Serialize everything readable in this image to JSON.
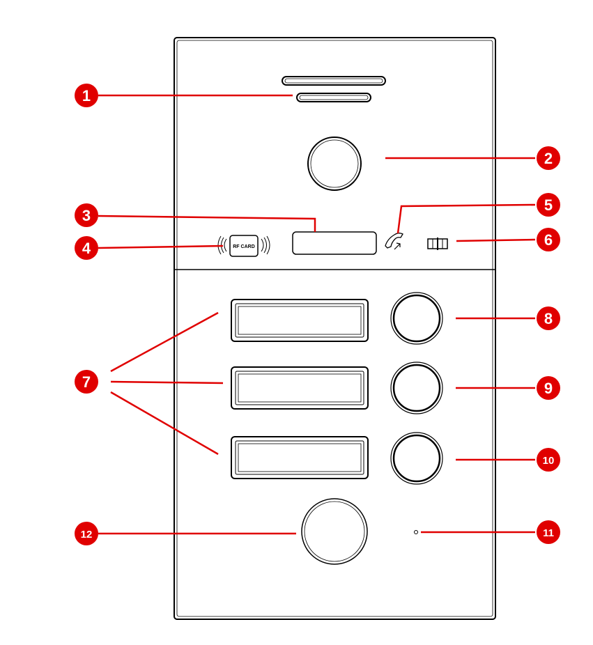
{
  "colors": {
    "callout": "#e00000",
    "leader": "#e00000",
    "outline": "#000000",
    "background": "#ffffff"
  },
  "rf_card": {
    "label": "RF CARD",
    "icon": "rf-card-icon"
  },
  "icons": {
    "speaker": "speaker-grille-icon",
    "camera": "camera-lens-icon",
    "call_status": "handset-icon",
    "unlock_status": "door-icon",
    "mic": "microphone-icon"
  },
  "callouts": {
    "c1": "1",
    "c2": "2",
    "c3": "3",
    "c4": "4",
    "c5": "5",
    "c6": "6",
    "c7": "7",
    "c8": "8",
    "c9": "9",
    "c10": "10",
    "c11": "11",
    "c12": "12"
  }
}
